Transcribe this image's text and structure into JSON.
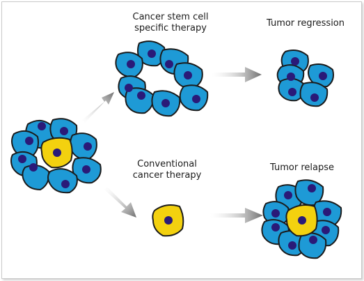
{
  "labels": {
    "stem_therapy_line1": "Cancer stem cell",
    "stem_therapy_line2": "specific therapy",
    "regression": "Tumor regression",
    "conventional_line1": "Conventional",
    "conventional_line2": "cancer therapy",
    "relapse": "Tumor relapse"
  },
  "colors": {
    "cancer_cell": "#1e9ad6",
    "stem_cell": "#f3d10f",
    "nucleus": "#2a1a78",
    "outline": "#1b1b1b",
    "arrow": "#8c8c8c"
  }
}
